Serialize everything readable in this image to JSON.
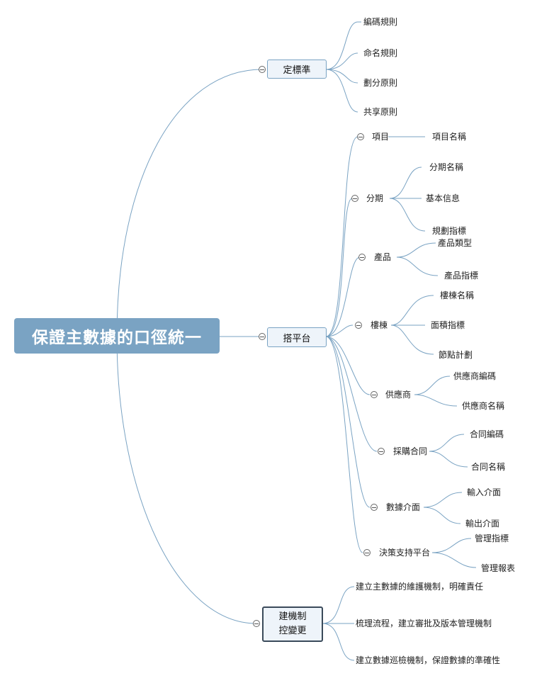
{
  "root": {
    "title": "保證主數據的口徑統一"
  },
  "branches": [
    {
      "title": "定標準",
      "children": [
        "編碼規則",
        "命名規則",
        "劃分原則",
        "共享原則"
      ]
    },
    {
      "title": "搭平台",
      "children": [
        {
          "title": "項目",
          "children": [
            "項目名稱"
          ]
        },
        {
          "title": "分期",
          "children": [
            "分期名稱",
            "基本信息",
            "規劃指標"
          ]
        },
        {
          "title": "產品",
          "children": [
            "產品類型",
            "產品指標"
          ]
        },
        {
          "title": "樓棟",
          "children": [
            "樓棟名稱",
            "面積指標",
            "節點計劃"
          ]
        },
        {
          "title": "供應商",
          "children": [
            "供應商編碼",
            "供應商名稱"
          ]
        },
        {
          "title": "採購合同",
          "children": [
            "合同編碼",
            "合同名稱"
          ]
        },
        {
          "title": "數據介面",
          "children": [
            "輸入介面",
            "輸出介面"
          ]
        },
        {
          "title": "決策支持平台",
          "children": [
            "管理指標",
            "管理報表"
          ]
        }
      ]
    },
    {
      "title_line1": "建機制",
      "title_line2": "控變更",
      "children": [
        "建立主數據的維護機制，明確責任",
        "梳理流程，建立審批及版本管理機制",
        "建立數據巡檢機制，保證數據的準確性"
      ]
    }
  ],
  "colors": {
    "root_fill": "#7aa3c3",
    "link": "#7aa3c3",
    "branch_border": "#7aa3c3",
    "dark_border": "#3a4a5a"
  }
}
